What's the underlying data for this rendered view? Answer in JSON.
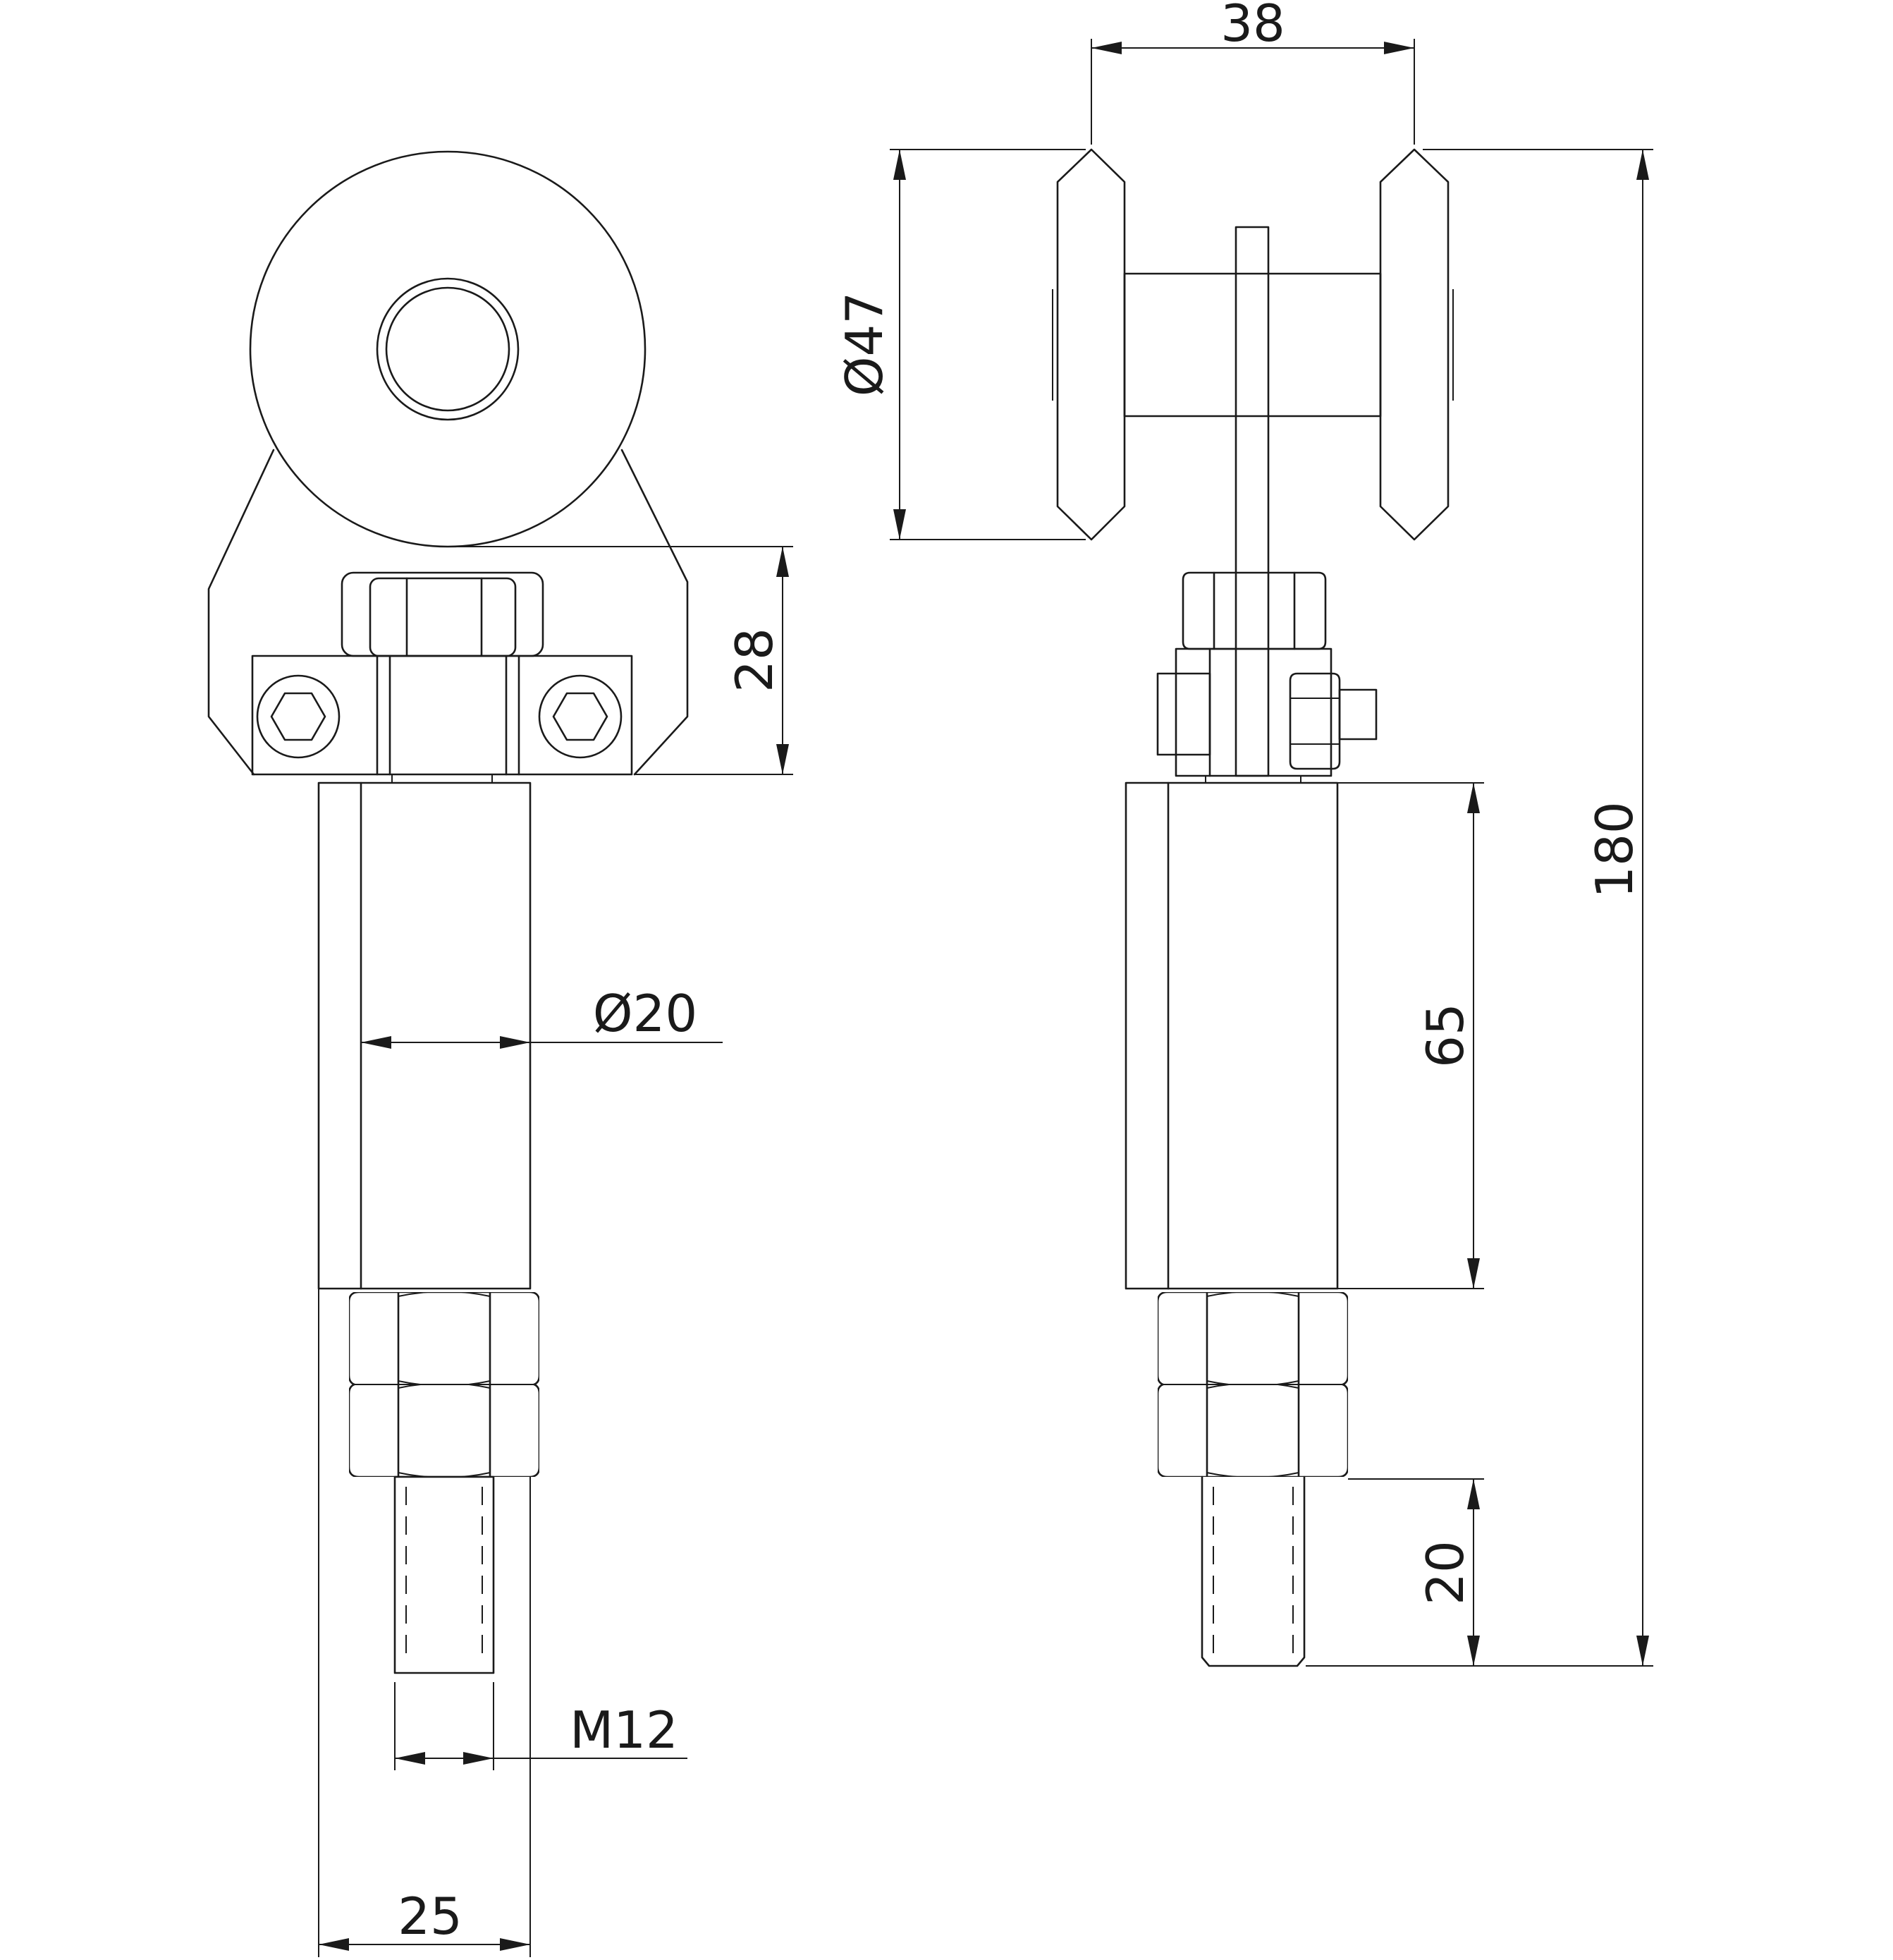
{
  "dimensions": {
    "overall_height": "180",
    "wheel_spacing": "38",
    "wheel_diameter": "Ø47",
    "bracket_height": "28",
    "body_length": "65",
    "body_diameter": "Ø20",
    "thread_length": "20",
    "thread_size": "M12",
    "body_width": "25"
  },
  "colors": {
    "line": "#1a1a1a",
    "background": "#ffffff"
  }
}
